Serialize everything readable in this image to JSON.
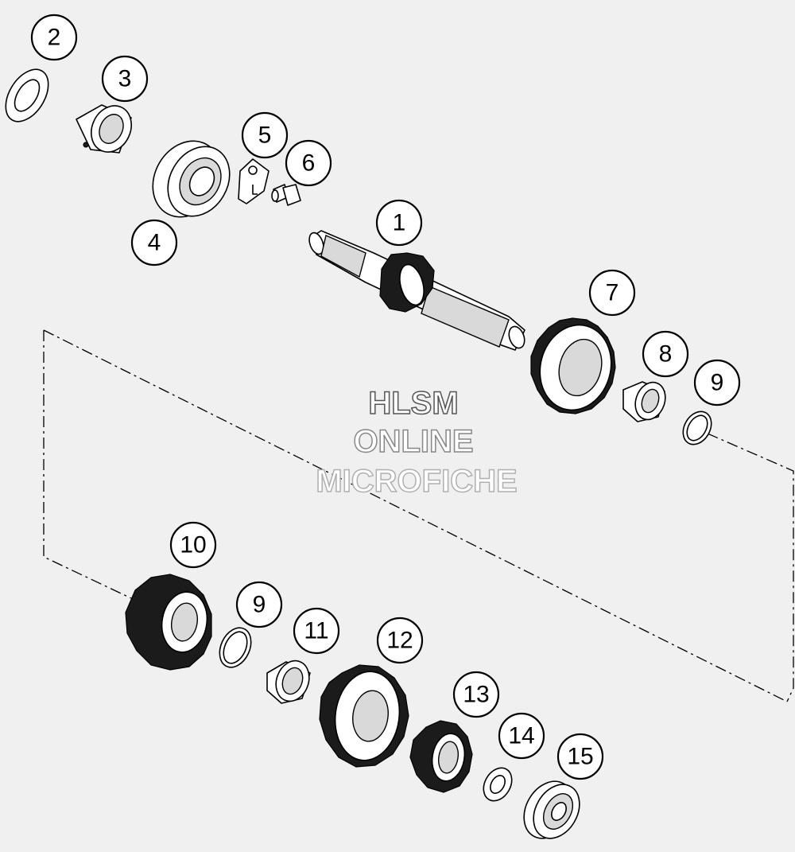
{
  "watermark": {
    "line1": "HLSM",
    "line2": "ONLINE",
    "line3": "MICROFICHE"
  },
  "callouts": [
    {
      "label": "1"
    },
    {
      "label": "2"
    },
    {
      "label": "3"
    },
    {
      "label": "4"
    },
    {
      "label": "5"
    },
    {
      "label": "6"
    },
    {
      "label": "7"
    },
    {
      "label": "8"
    },
    {
      "label": "9"
    },
    {
      "label": "9"
    },
    {
      "label": "10"
    },
    {
      "label": "11"
    },
    {
      "label": "12"
    },
    {
      "label": "13"
    },
    {
      "label": "14"
    },
    {
      "label": "15"
    }
  ],
  "colors": {
    "background": "#f0f0f0",
    "ink": "#000000",
    "watermark_fill": "#ffffff"
  }
}
